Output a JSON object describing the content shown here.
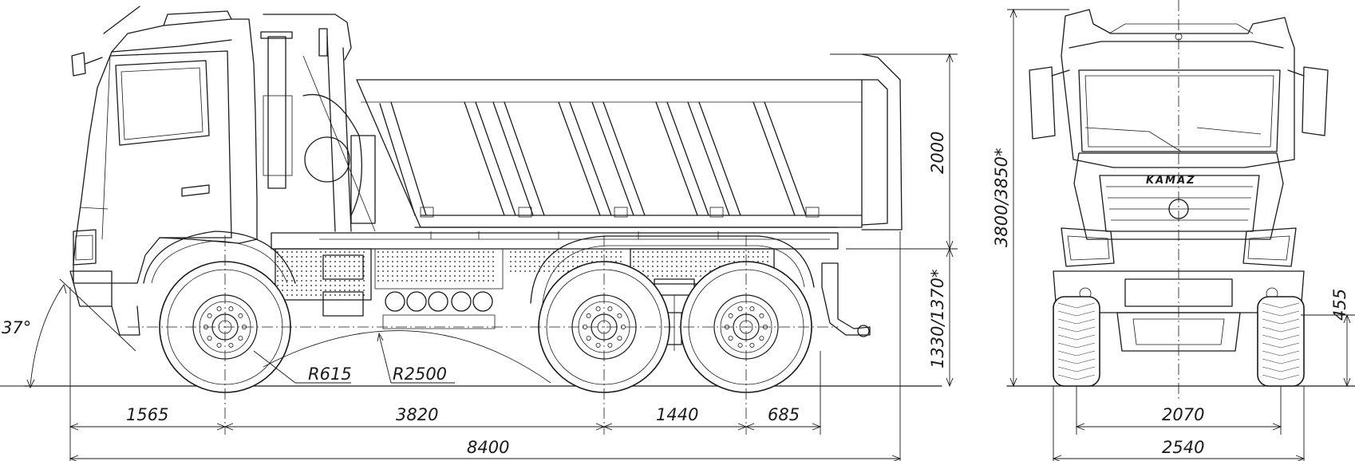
{
  "drawing": {
    "subject": "KAMAZ 6x4 dump truck — overall dimensions",
    "units": "mm"
  },
  "side_view": {
    "dims": {
      "front_overhang": "1565",
      "wheelbase_front": "3820",
      "wheelbase_rear": "1440",
      "rear_overhang": "685",
      "overall_length": "8400",
      "body_height": "2000",
      "frame_height": "1330/1370*",
      "wheel_radius": "R615",
      "ramp_radius": "R2500",
      "approach_angle": "37°"
    }
  },
  "front_view": {
    "brand": "KAMAZ",
    "dims": {
      "overall_height": "3800/3850*",
      "ground_clearance": "455",
      "track_width": "2070",
      "overall_width": "2540"
    }
  }
}
